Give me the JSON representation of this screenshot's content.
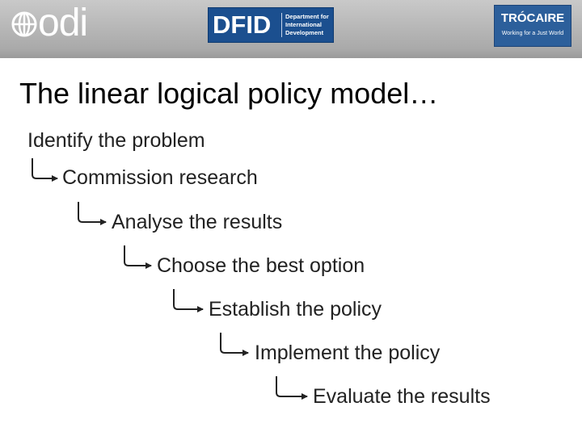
{
  "header": {
    "odi_logo_text": "odi",
    "dfid_logo": {
      "wordmark": "DFID",
      "line1": "Department for",
      "line2": "International",
      "line3": "Development"
    },
    "trocaire_logo": {
      "name": "TRÓCAIRE",
      "tagline": "Working for a Just World"
    }
  },
  "title": "The linear logical policy model…",
  "steps": [
    "Identify the problem",
    "Commission research",
    "Analyse the results",
    "Choose the best option",
    "Establish the policy",
    "Implement the policy",
    "Evaluate the results"
  ],
  "colors": {
    "header_bar": "#a9a9a9",
    "dfid_blue": "#1b4f8f",
    "trocaire_blue": "#2c5f9b",
    "text": "#222222"
  }
}
